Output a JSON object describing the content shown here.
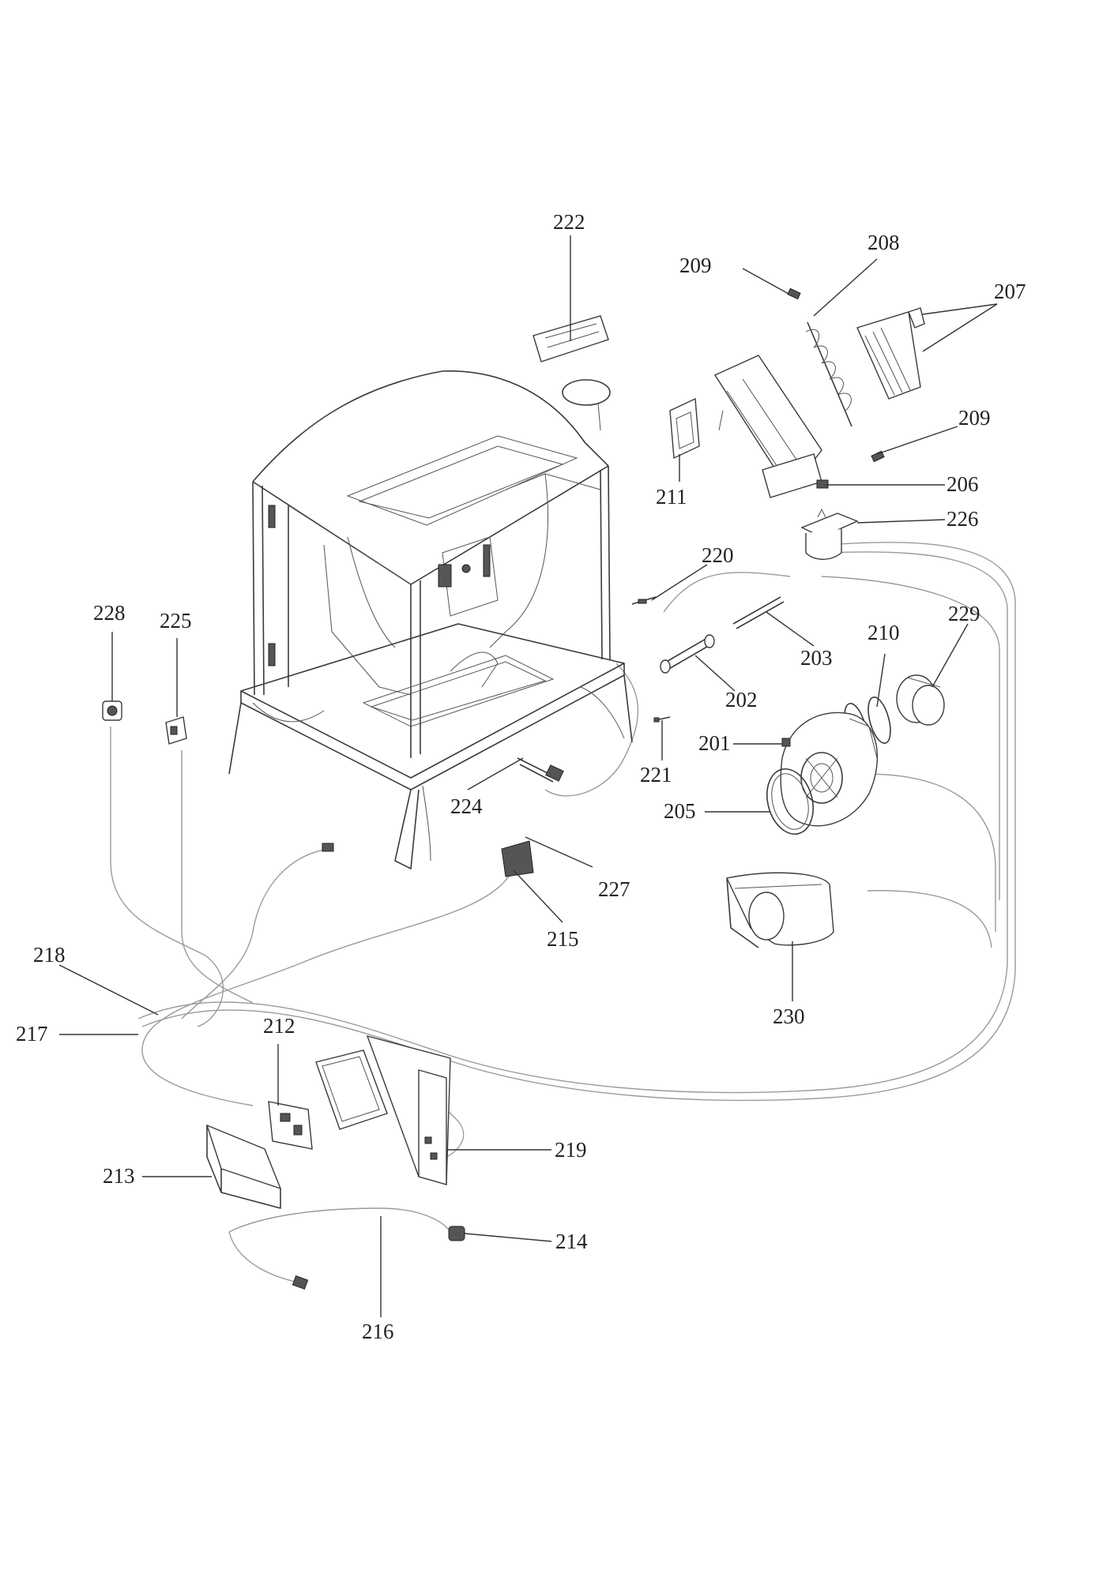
{
  "labels": {
    "p201": "201",
    "p202": "202",
    "p203": "203",
    "p205": "205",
    "p206": "206",
    "p207": "207",
    "p208": "208",
    "p209a": "209",
    "p209b": "209",
    "p210": "210",
    "p211": "211",
    "p212": "212",
    "p213": "213",
    "p214": "214",
    "p215": "215",
    "p216": "216",
    "p217": "217",
    "p218": "218",
    "p219": "219",
    "p220": "220",
    "p221": "221",
    "p222": "222",
    "p224": "224",
    "p225": "225",
    "p226": "226",
    "p227": "227",
    "p228": "228",
    "p229": "229",
    "p230": "230"
  }
}
